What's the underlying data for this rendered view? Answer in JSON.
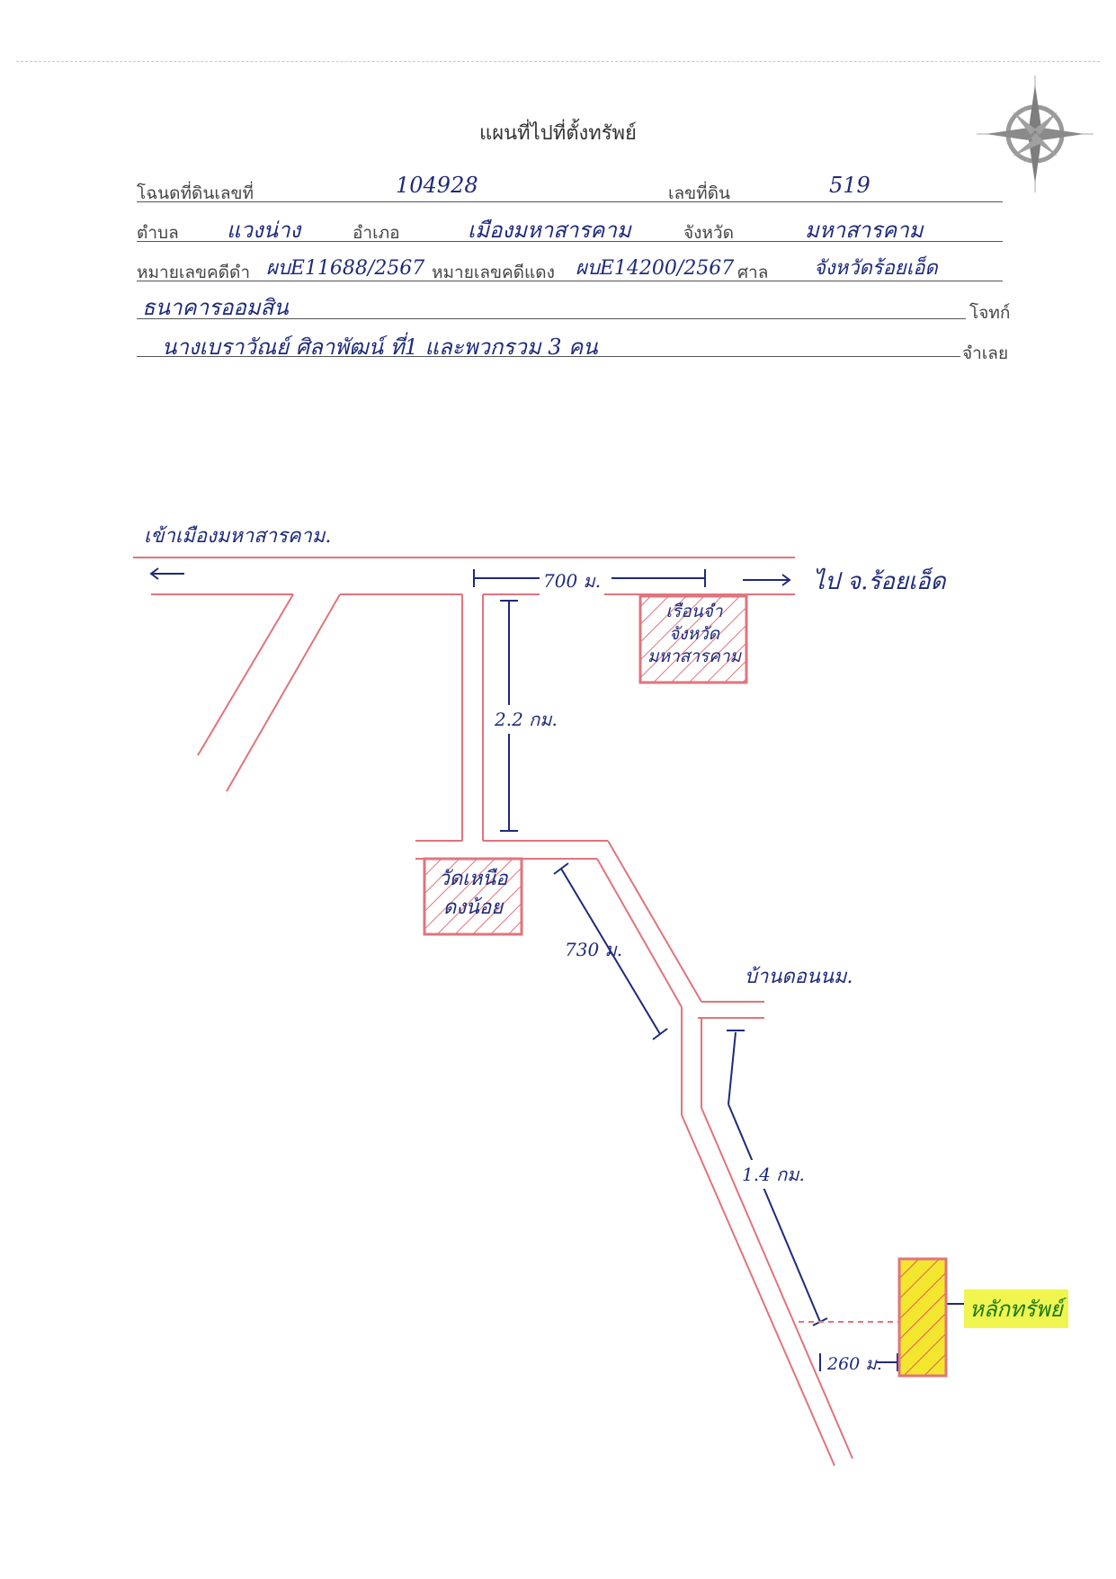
{
  "header": {
    "title": "แผนที่ไปที่ตั้งทรัพย์"
  },
  "form": {
    "deed_label": "โฉนดที่ดินเลขที่",
    "deed_value": "104928",
    "land_no_label": "เลขที่ดิน",
    "land_no_value": "519",
    "subdistrict_label": "ตำบล",
    "subdistrict_value": "แวงน่าง",
    "district_label": "อำเภอ",
    "district_value": "เมืองมหาสารคาม",
    "province_label": "จังหวัด",
    "province_value": "มหาสารคาม",
    "black_case_label": "หมายเลขคดีดำ",
    "black_case_value": "ผบE11688/2567",
    "red_case_label": "หมายเลขคดีแดง",
    "red_case_value": "ผบE14200/2567",
    "court_label": "ศาล",
    "court_value": "จังหวัดร้อยเอ็ด",
    "plaintiff_value": "ธนาคารออมสิน",
    "plaintiff_label": "โจทก์",
    "defendant_value": "นางเบราวัณย์  ศิลาพัฒน์  ที่1  และพวกรวม  3  คน",
    "defendant_label": "จำเลย"
  },
  "map": {
    "to_mahasarakham": "เข้าเมืองมหาสารคาม.",
    "to_roiet": "ไป จ.ร้อยเอ็ด",
    "dist_700": "700 ม.",
    "dist_22km": "2.2 กม.",
    "dist_730": "730 ม.",
    "dist_14km": "1.4 กม.",
    "dist_260": "260 ม.",
    "prison_line1": "เรือนจำ",
    "prison_line2": "จังหวัด",
    "prison_line3": "มหาสารคาม",
    "temple_line1": "วัดเหนือ",
    "temple_line2": "ดงน้อย",
    "village": "บ้านดอนนม.",
    "property": "หลักทรัพย์"
  },
  "colors": {
    "road": "#e0747c",
    "ink": "#1e2a7a",
    "highlight": "#f0f550",
    "property_fill": "#f2e62e"
  }
}
